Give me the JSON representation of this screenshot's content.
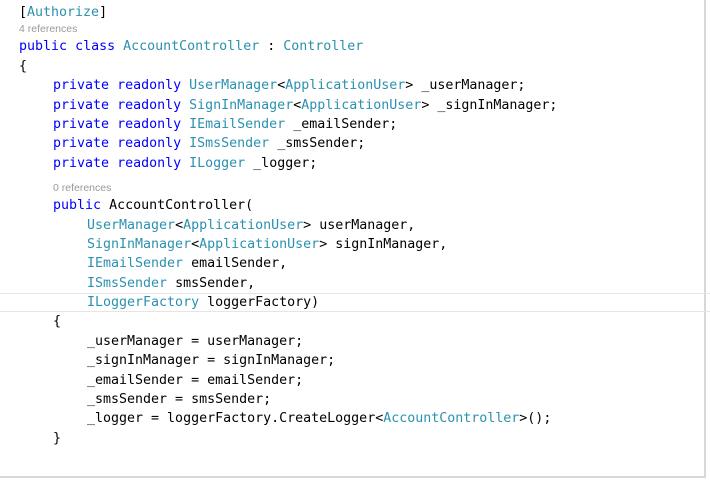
{
  "attribute": {
    "open": "[",
    "name": "Authorize",
    "close": "]"
  },
  "codelens_class": "4 references",
  "class_decl": {
    "public": "public",
    "class": "class",
    "name": "AccountController",
    "sep": " : ",
    "base": "Controller"
  },
  "brace_open": "{",
  "fields": [
    {
      "private": "private",
      "readonly": "readonly",
      "type": "UserManager",
      "lt": "<",
      "generic": "ApplicationUser",
      "gt": ">",
      "name": " _userManager;"
    },
    {
      "private": "private",
      "readonly": "readonly",
      "type": "SignInManager",
      "lt": "<",
      "generic": "ApplicationUser",
      "gt": ">",
      "name": " _signInManager;"
    },
    {
      "private": "private",
      "readonly": "readonly",
      "type": "IEmailSender",
      "name": " _emailSender;"
    },
    {
      "private": "private",
      "readonly": "readonly",
      "type": "ISmsSender",
      "name": " _smsSender;"
    },
    {
      "private": "private",
      "readonly": "readonly",
      "type": "ILogger",
      "name": " _logger;"
    }
  ],
  "codelens_ctor": "0 references",
  "ctor_decl": {
    "public": "public",
    "name": "AccountController("
  },
  "params": [
    {
      "type": "UserManager",
      "lt": "<",
      "generic": "ApplicationUser",
      "gt": ">",
      "name": " userManager,"
    },
    {
      "type": "SignInManager",
      "lt": "<",
      "generic": "ApplicationUser",
      "gt": ">",
      "name": " signInManager,"
    },
    {
      "type": "IEmailSender",
      "name": " emailSender,"
    },
    {
      "type": "ISmsSender",
      "name": " smsSender,"
    },
    {
      "type": "ILoggerFactory",
      "name": " loggerFactory)"
    }
  ],
  "ctor_brace_open": "{",
  "body": [
    "_userManager = userManager;",
    "_signInManager = signInManager;",
    "_emailSender = emailSender;",
    "_smsSender = smsSender;"
  ],
  "logger_stmt": {
    "pre": "_logger = loggerFactory.CreateLogger<",
    "type": "AccountController",
    "post": ">();"
  },
  "ctor_brace_close": "}"
}
